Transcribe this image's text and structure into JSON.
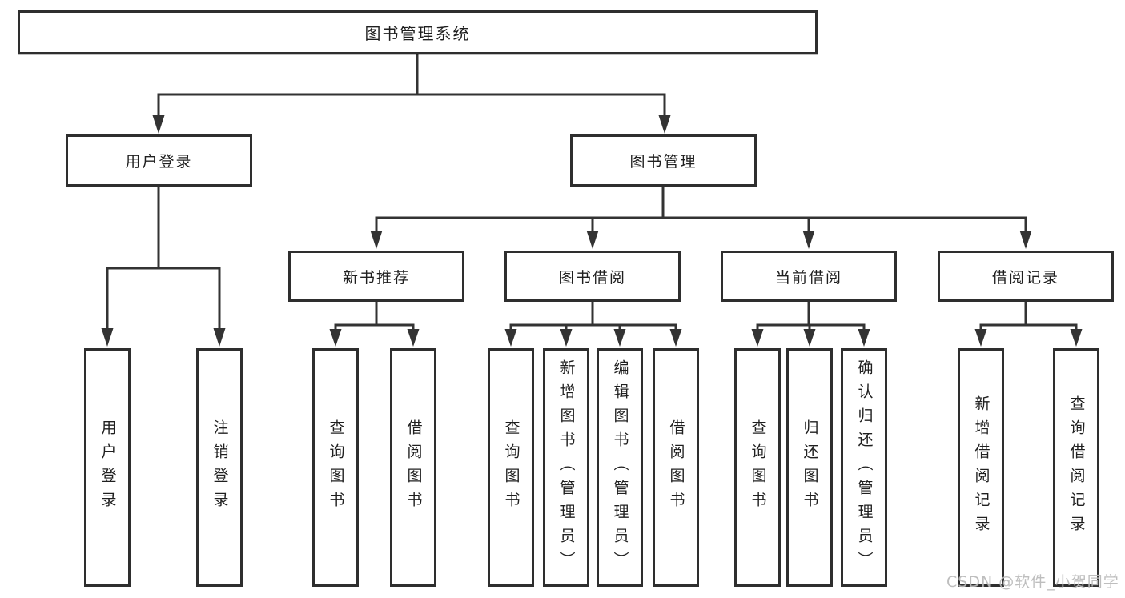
{
  "diagram": {
    "title": "图书管理系统",
    "nodes": {
      "root": {
        "label": "图书管理系统"
      },
      "level2": [
        {
          "label": "用户登录"
        },
        {
          "label": "图书管理"
        }
      ],
      "level3": [
        {
          "label": "新书推荐",
          "parent": "图书管理"
        },
        {
          "label": "图书借阅",
          "parent": "图书管理"
        },
        {
          "label": "当前借阅",
          "parent": "图书管理"
        },
        {
          "label": "借阅记录",
          "parent": "图书管理"
        }
      ],
      "leaves": [
        {
          "label": "用户登录",
          "parent": "用户登录"
        },
        {
          "label": "注销登录",
          "parent": "用户登录"
        },
        {
          "label": "查询图书",
          "parent": "新书推荐"
        },
        {
          "label": "借阅图书",
          "parent": "新书推荐"
        },
        {
          "label": "查询图书",
          "parent": "图书借阅"
        },
        {
          "label": "新增图书（管理员）",
          "parent": "图书借阅"
        },
        {
          "label": "编辑图书（管理员）",
          "parent": "图书借阅"
        },
        {
          "label": "借阅图书",
          "parent": "图书借阅"
        },
        {
          "label": "查询图书",
          "parent": "当前借阅"
        },
        {
          "label": "归还图书",
          "parent": "当前借阅"
        },
        {
          "label": "确认归还（管理员）",
          "parent": "当前借阅"
        },
        {
          "label": "新增借阅记录",
          "parent": "借阅记录"
        },
        {
          "label": "查询借阅记录",
          "parent": "借阅记录"
        }
      ]
    },
    "watermark": "CSDN @软件_小贺同学",
    "colors": {
      "line": "#333333",
      "box_border": "#2e2e2e",
      "text": "#1f1f1f",
      "watermark": "#b9b9b9",
      "background": "#ffffff"
    }
  }
}
